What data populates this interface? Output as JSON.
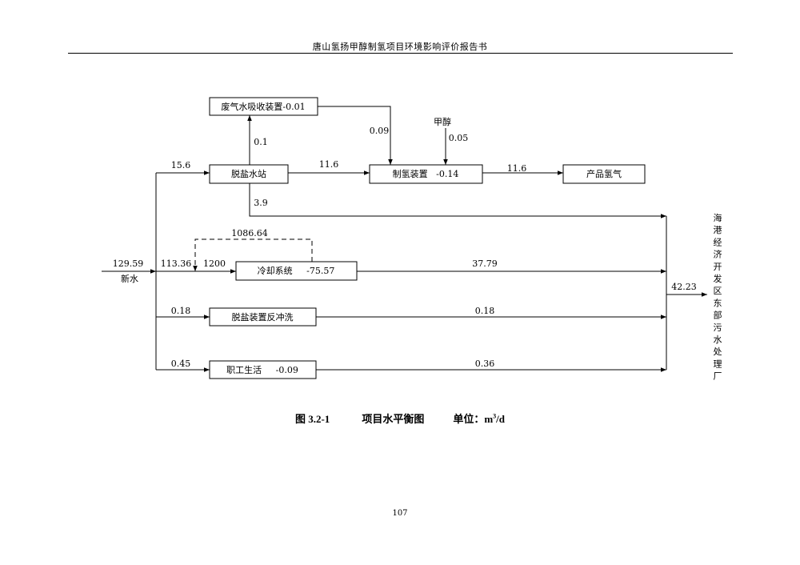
{
  "header": {
    "title": "唐山氢扬甲醇制氢项目环境影响评价报告书"
  },
  "nodes": {
    "exhaust_absorber": "废气水吸收装置-0.01",
    "desalination": "脱盐水站",
    "hydrogen_unit": "制氢装置   -0.14",
    "product": "产品氢气",
    "cooling": "冷却系统     -75.57",
    "backwash": "脱盐装置反冲洗",
    "staff": "职工生活     -0.09",
    "wwtp": "海港经济开发区东部污水处理厂",
    "methanol": "甲醇",
    "fresh_water": "新水"
  },
  "flows": {
    "fresh_in": "129.59",
    "main_header": "113.36",
    "to_desal": "15.6",
    "desal_to_absorber": "0.1",
    "absorber_to_h2": "0.09",
    "methanol_in": "0.05",
    "desal_to_h2": "11.6",
    "h2_to_product": "11.6",
    "desal_discharge": "3.9",
    "recirculation": "1086.64",
    "cooling_in": "1200",
    "cooling_out": "37.79",
    "to_backwash": "0.18",
    "backwash_out": "0.18",
    "to_staff": "0.45",
    "staff_out": "0.36",
    "total_discharge": "42.23"
  },
  "caption": {
    "figure_no": "图 3.2-1",
    "title": "项目水平衡图",
    "unit_prefix": "单位：m",
    "unit_sup": "3",
    "unit_suffix": "/d"
  },
  "footer": {
    "page": "107"
  }
}
